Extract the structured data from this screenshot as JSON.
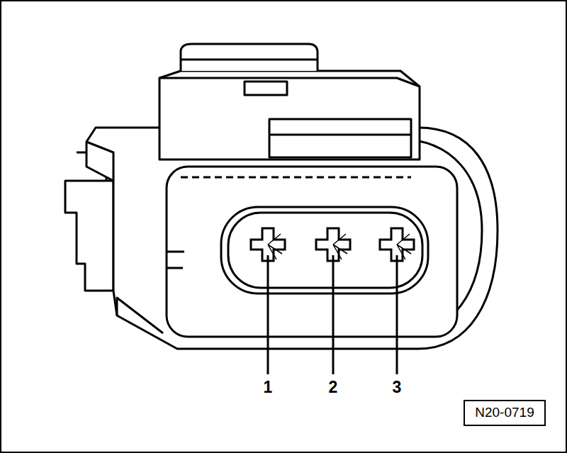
{
  "diagram": {
    "nodes": [
      {
        "text": [
          "N20-0719"
        ]
      }
    ],
    "labels": [
      "1",
      "2",
      "3"
    ]
  }
}
